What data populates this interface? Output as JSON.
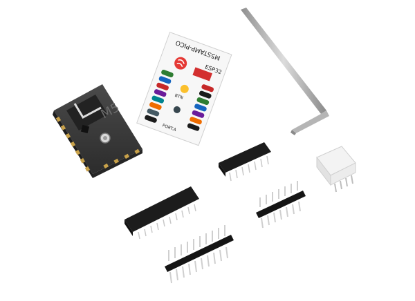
{
  "module": {
    "brand_mark": "M5"
  },
  "pinout_card": {
    "title": "M5STAMP-PICO",
    "chip": "ESP32",
    "button_label": "BTN",
    "port_label": "PORT.A"
  },
  "colors": {
    "module_body": "#3b3b3b",
    "module_dark": "#222222",
    "gold_pad": "#c9a24a",
    "header_black": "#1c1c1c",
    "pin_silver": "#c8c8c8",
    "connector_white": "#f1f1f1",
    "hex_key": "#a9a9a9"
  }
}
